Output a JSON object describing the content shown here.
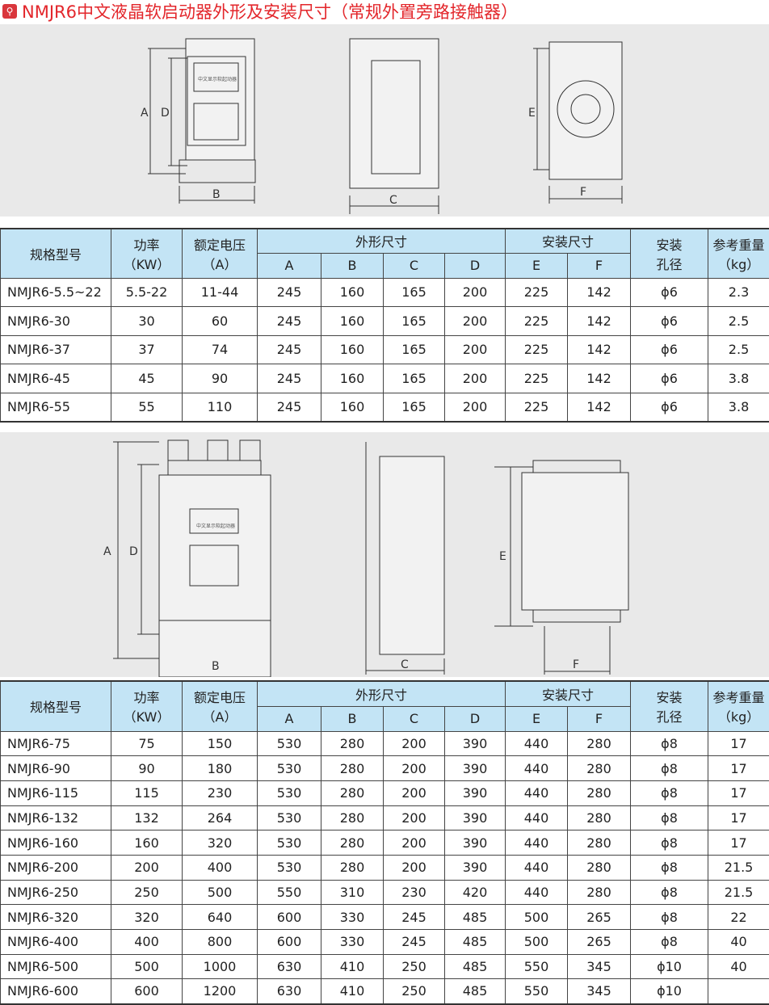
{
  "title": "NMJR6中文液晶软启动器外形及安装尺寸（常规外置旁路接触器）",
  "title_icon": "search-icon",
  "diagram_labels": {
    "A": "A",
    "B": "B",
    "C": "C",
    "D": "D",
    "E": "E",
    "F": "F",
    "display": "中文显示软起动器"
  },
  "headers": {
    "model": "规格型号",
    "power": "功率",
    "power_unit": "（KW）",
    "voltage": "额定电压",
    "voltage_unit": "（A）",
    "outline": "外形尺寸",
    "install": "安装尺寸",
    "hole": "安装",
    "hole2": "孔径",
    "weight": "参考重量",
    "weight_unit": "（kg）",
    "cols": [
      "A",
      "B",
      "C",
      "D",
      "E",
      "F"
    ]
  },
  "table1": [
    [
      "NMJR6-5.5~22",
      "5.5-22",
      "11-44",
      "245",
      "160",
      "165",
      "200",
      "225",
      "142",
      "ϕ6",
      "2.3"
    ],
    [
      "NMJR6-30",
      "30",
      "60",
      "245",
      "160",
      "165",
      "200",
      "225",
      "142",
      "ϕ6",
      "2.5"
    ],
    [
      "NMJR6-37",
      "37",
      "74",
      "245",
      "160",
      "165",
      "200",
      "225",
      "142",
      "ϕ6",
      "2.5"
    ],
    [
      "NMJR6-45",
      "45",
      "90",
      "245",
      "160",
      "165",
      "200",
      "225",
      "142",
      "ϕ6",
      "3.8"
    ],
    [
      "NMJR6-55",
      "55",
      "110",
      "245",
      "160",
      "165",
      "200",
      "225",
      "142",
      "ϕ6",
      "3.8"
    ]
  ],
  "table2": [
    [
      "NMJR6-75",
      "75",
      "150",
      "530",
      "280",
      "200",
      "390",
      "440",
      "280",
      "ϕ8",
      "17"
    ],
    [
      "NMJR6-90",
      "90",
      "180",
      "530",
      "280",
      "200",
      "390",
      "440",
      "280",
      "ϕ8",
      "17"
    ],
    [
      "NMJR6-115",
      "115",
      "230",
      "530",
      "280",
      "200",
      "390",
      "440",
      "280",
      "ϕ8",
      "17"
    ],
    [
      "NMJR6-132",
      "132",
      "264",
      "530",
      "280",
      "200",
      "390",
      "440",
      "280",
      "ϕ8",
      "17"
    ],
    [
      "NMJR6-160",
      "160",
      "320",
      "530",
      "280",
      "200",
      "390",
      "440",
      "280",
      "ϕ8",
      "17"
    ],
    [
      "NMJR6-200",
      "200",
      "400",
      "530",
      "280",
      "200",
      "390",
      "440",
      "280",
      "ϕ8",
      "21.5"
    ],
    [
      "NMJR6-250",
      "250",
      "500",
      "550",
      "310",
      "230",
      "420",
      "440",
      "280",
      "ϕ8",
      "21.5"
    ],
    [
      "NMJR6-320",
      "320",
      "640",
      "600",
      "330",
      "245",
      "485",
      "500",
      "265",
      "ϕ8",
      "22"
    ],
    [
      "NMJR6-400",
      "400",
      "800",
      "600",
      "330",
      "245",
      "485",
      "500",
      "265",
      "ϕ8",
      "40"
    ],
    [
      "NMJR6-500",
      "500",
      "1000",
      "630",
      "410",
      "250",
      "485",
      "550",
      "345",
      "ϕ10",
      "40"
    ],
    [
      "NMJR6-600",
      "600",
      "1200",
      "630",
      "410",
      "250",
      "485",
      "550",
      "345",
      "ϕ10",
      ""
    ]
  ]
}
